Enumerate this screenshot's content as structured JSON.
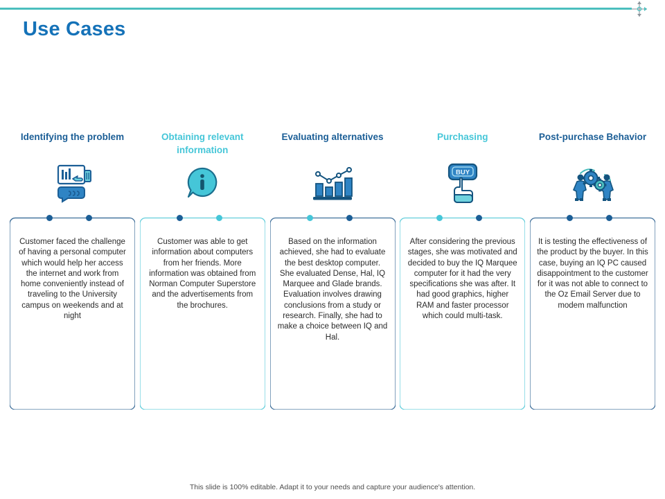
{
  "slide": {
    "title": "Use Cases",
    "title_color": "#1572b8",
    "rule_color": "#4bbfbe",
    "footer": "This slide is 100% editable. Adapt it to your needs and capture your audience's attention."
  },
  "palette": {
    "dark_blue": "#1b5e96",
    "cyan": "#45c6d8",
    "card_border_dark": "#3f6f9a",
    "card_border_cyan": "#62cddb",
    "body_text": "#2b2b2b"
  },
  "stages": [
    {
      "title": "Identifying the problem",
      "title_color": "#1b5e96",
      "accent": "#1b5e96",
      "icon": "presentation-hand-icon",
      "body": "Customer faced the challenge of having a personal computer which would help her access the internet and work from home conveniently instead of traveling to the University campus on weekends and at night"
    },
    {
      "title": "Obtaining relevant information",
      "title_color": "#45c6d8",
      "accent": "#45c6d8",
      "icon": "info-bubble-icon",
      "body": "Customer was able to get information about computers from her friends. More information was obtained from Norman Computer Superstore and the advertisements from the brochures."
    },
    {
      "title": "Evaluating alternatives",
      "title_color": "#1b5e96",
      "accent": "#1b5e96",
      "icon": "bar-line-chart-icon",
      "body": "Based on the information achieved, she had to evaluate the best desktop computer. She evaluated Dense, Hal, IQ Marquee and Glade brands. Evaluation involves drawing conclusions from a study or research. Finally, she had to make a choice between IQ and Hal."
    },
    {
      "title": "Purchasing",
      "title_color": "#45c6d8",
      "accent": "#45c6d8",
      "icon": "buy-button-click-icon",
      "body": "After considering the previous stages, she was motivated and decided to buy the IQ Marquee computer for it had the very specifications she was after. It had good graphics, higher RAM and faster processor which could multi-task."
    },
    {
      "title": "Post-purchase Behavior",
      "title_color": "#1b5e96",
      "accent": "#1b5e96",
      "icon": "teamwork-gears-icon",
      "body": "It is testing the effectiveness of the product by the buyer. In this case, buying an IQ PC caused disappointment to the customer for it was not able to connect to the Oz Email Server due to modem malfunction"
    }
  ]
}
